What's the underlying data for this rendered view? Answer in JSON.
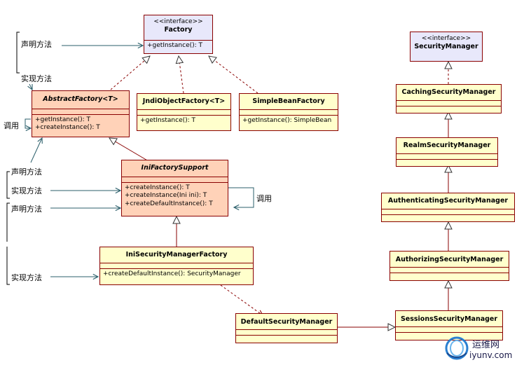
{
  "classes": {
    "factory": {
      "stereotype": "<<interface>>",
      "name": "Factory",
      "methods": [
        "+getInstance(): T"
      ]
    },
    "abstract_factory": {
      "name": "AbstractFactory<T>",
      "methods": [
        "+getInstance(): T",
        "+createInstance(): T"
      ]
    },
    "jndi_object_factory": {
      "name": "JndiObjectFactory<T>",
      "methods": [
        "+getInstance(): T"
      ]
    },
    "simple_bean_factory": {
      "name": "SimpleBeanFactory",
      "methods": [
        "+getInstance(): SimpleBean"
      ]
    },
    "ini_factory_support": {
      "name": "IniFactorySupport",
      "methods": [
        "+createInstance(): T",
        "+createInstance(Ini ini): T",
        "+createDefaultInstance(): T"
      ]
    },
    "ini_security_manager_factory": {
      "name": "IniSecurityManagerFactory",
      "methods": [
        "+createDefaultInstance(): SecurityManager"
      ]
    },
    "default_security_manager": {
      "name": "DefaultSecurityManager"
    },
    "security_manager": {
      "stereotype": "<<interface>>",
      "name": "SecurityManager"
    },
    "caching_security_manager": {
      "name": "CachingSecurityManager"
    },
    "realm_security_manager": {
      "name": "RealmSecurityManager"
    },
    "authenticating_security_manager": {
      "name": "AuthenticatingSecurityManager"
    },
    "authorizing_security_manager": {
      "name": "AuthorizingSecurityManager"
    },
    "sessions_security_manager": {
      "name": "SessionsSecurityManager"
    }
  },
  "notes": {
    "declare_method": "声明方法",
    "implement_method": "实现方法",
    "call": "调用"
  },
  "watermark": {
    "cn": "运维网",
    "url": "iyunv.com"
  },
  "colors": {
    "border": "#8a0000",
    "yellow": "#ffffcc",
    "orange": "#ffd2b8",
    "interface": "#e8e8fb",
    "note_arrow": "#2b5f6b"
  }
}
